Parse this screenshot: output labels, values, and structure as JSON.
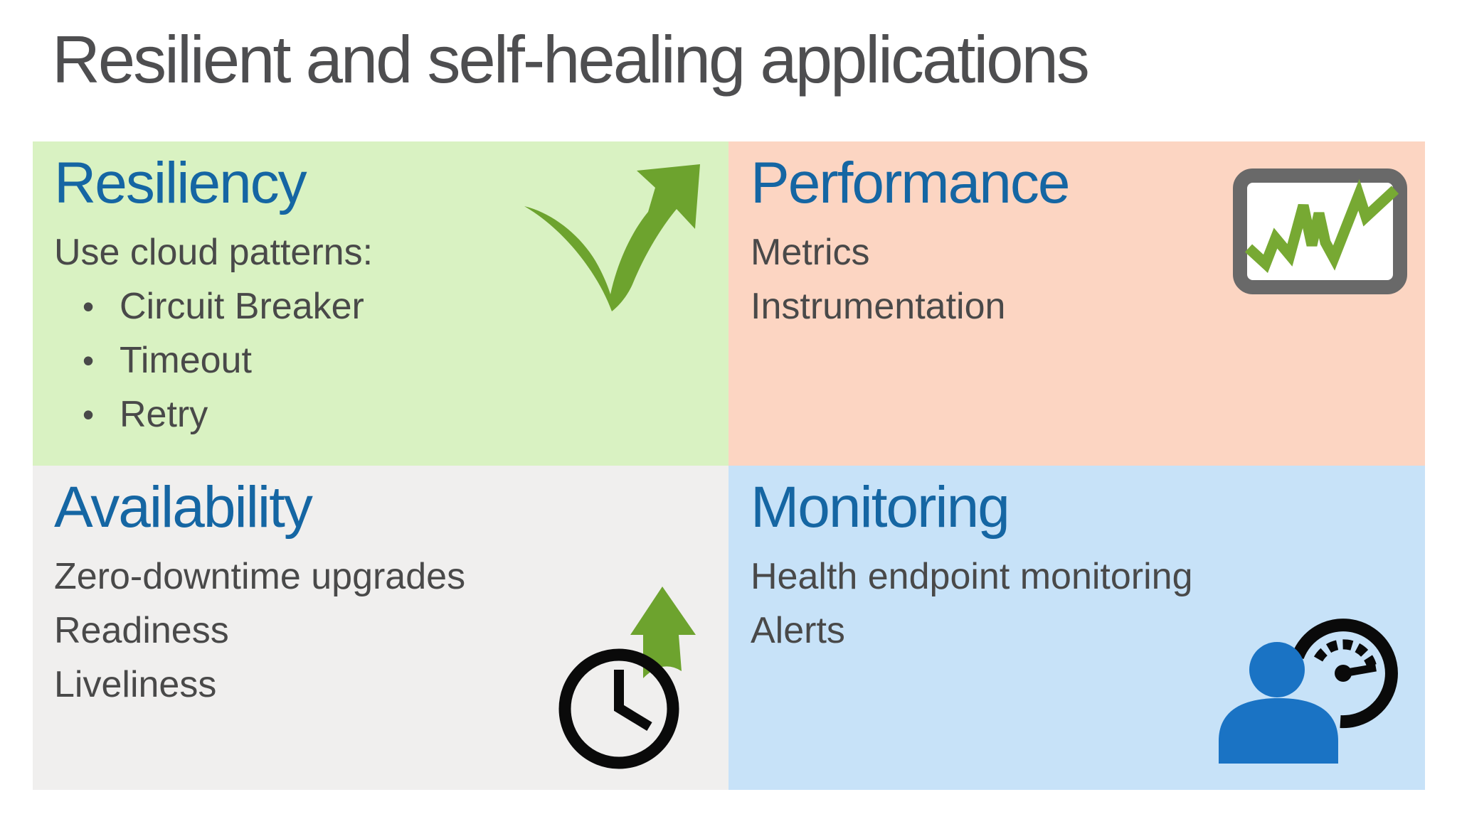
{
  "title": "Resilient and self-healing applications",
  "quadrants": {
    "resiliency": {
      "heading": "Resiliency",
      "intro": "Use cloud patterns:",
      "bullets": [
        "Circuit Breaker",
        "Timeout",
        "Retry"
      ],
      "bg_color": "#d9f2c2",
      "icon": "bounce-arrow-icon"
    },
    "performance": {
      "heading": "Performance",
      "lines": [
        "Metrics",
        "Instrumentation"
      ],
      "bg_color": "#fcd5c2",
      "icon": "chart-monitor-icon"
    },
    "availability": {
      "heading": "Availability",
      "lines": [
        "Zero-downtime upgrades",
        "Readiness",
        "Liveliness"
      ],
      "bg_color": "#f0efee",
      "icon": "clock-up-arrow-icon"
    },
    "monitoring": {
      "heading": "Monitoring",
      "lines": [
        "Health endpoint monitoring",
        "Alerts"
      ],
      "bg_color": "#c7e2f8",
      "icon": "person-gauge-icon"
    }
  },
  "colors": {
    "title_text": "#4e4e50",
    "heading_blue": "#1566a3",
    "body_text": "#494949",
    "icon_green": "#6da32e",
    "chart_line_green": "#77a933",
    "monitor_frame_gray": "#696969",
    "icon_black": "#0a0a0a",
    "person_blue": "#1a73c4"
  }
}
